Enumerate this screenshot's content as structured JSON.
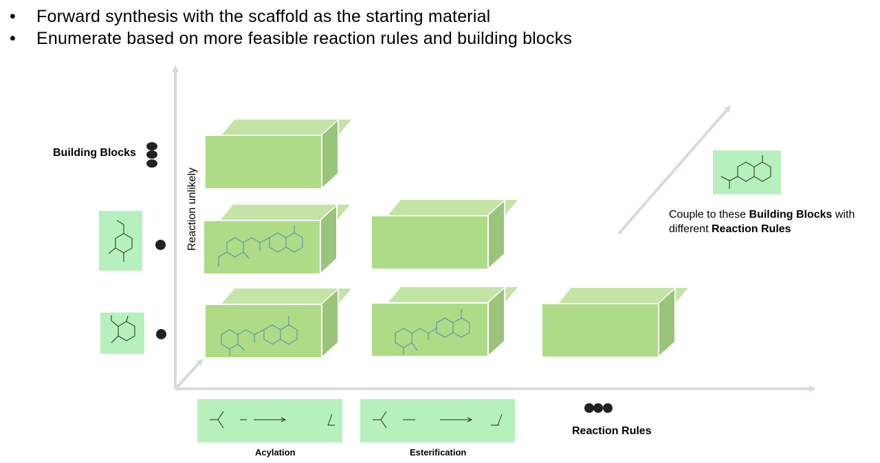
{
  "bullets": [
    "Forward synthesis with the scaffold as the starting material",
    "Enumerate based on more feasible reaction rules and building blocks"
  ],
  "bullet_symbol": "•",
  "y_axis_label": "Building Blocks",
  "x_axis_label": "Reaction Rules",
  "reaction_unlikely": "Reaction unlikely",
  "reaction_captions": [
    "Acylation",
    "Esterification"
  ],
  "couple_text": {
    "prefix": "Couple to these",
    "bb": "Building Blocks",
    "mid": "with different",
    "rr": "Reaction Rules"
  },
  "colors": {
    "axis": "#d5d9e0",
    "box_top": "#c4e4a6",
    "box_front": "#addb86",
    "box_side": "#9ac47a",
    "card": "#b6f0bc",
    "molecule": "#4a86b8",
    "dot": "#222222"
  },
  "icons": [
    "ellipsis-dots-icon",
    "axis-arrow-icon"
  ]
}
